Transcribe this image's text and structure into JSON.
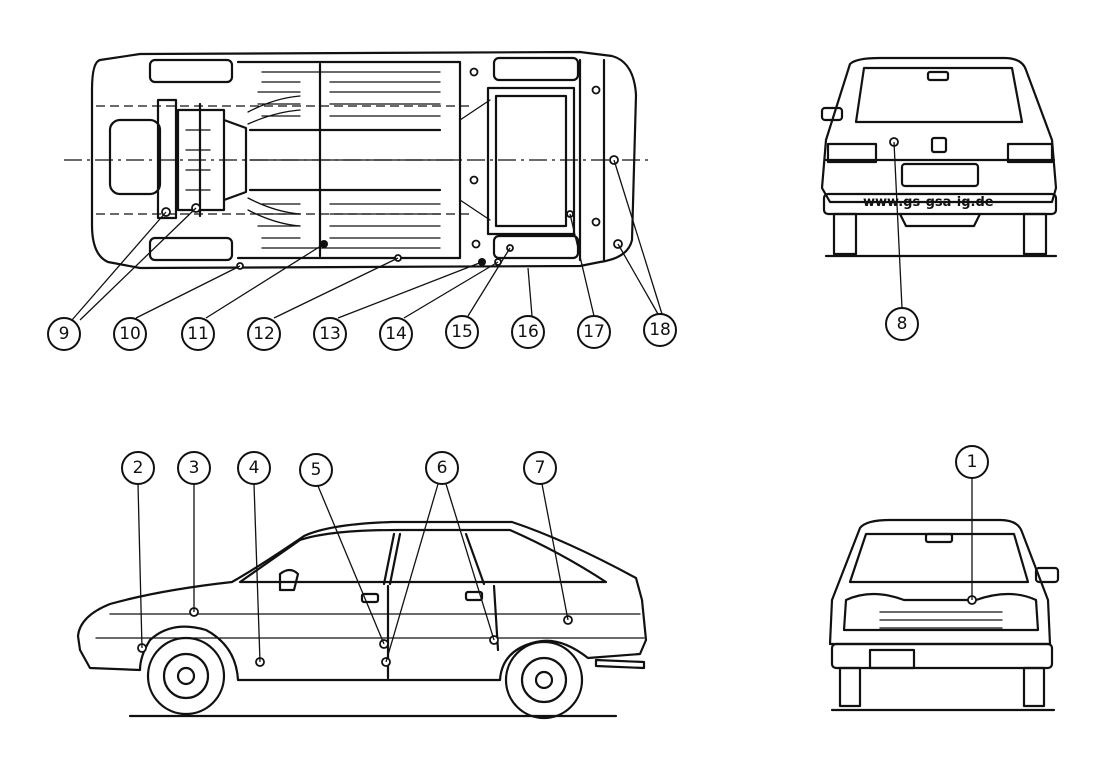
{
  "watermark": "www.gs-gsa-ig.de",
  "callouts": [
    {
      "id": "c1",
      "label": "1"
    },
    {
      "id": "c2",
      "label": "2"
    },
    {
      "id": "c3",
      "label": "3"
    },
    {
      "id": "c4",
      "label": "4"
    },
    {
      "id": "c5",
      "label": "5"
    },
    {
      "id": "c6",
      "label": "6"
    },
    {
      "id": "c7",
      "label": "7"
    },
    {
      "id": "c8",
      "label": "8"
    },
    {
      "id": "c9",
      "label": "9"
    },
    {
      "id": "c10",
      "label": "10"
    },
    {
      "id": "c11",
      "label": "11"
    },
    {
      "id": "c12",
      "label": "12"
    },
    {
      "id": "c13",
      "label": "13"
    },
    {
      "id": "c14",
      "label": "14"
    },
    {
      "id": "c15",
      "label": "15"
    },
    {
      "id": "c16",
      "label": "16"
    },
    {
      "id": "c17",
      "label": "17"
    },
    {
      "id": "c18",
      "label": "18"
    }
  ]
}
